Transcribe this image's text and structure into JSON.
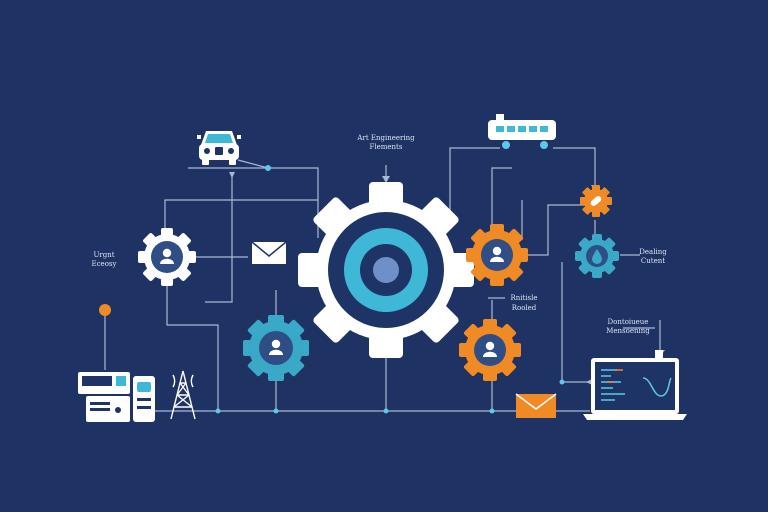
{
  "labels": {
    "top_center_line1": "Art Engineering",
    "top_center_line2": "Flements",
    "left_line1": "Urgnt",
    "left_line2": "Eceosy",
    "right_line1": "Dealing",
    "right_line2": "Cutent",
    "mid_right_line1": "Rnitisle",
    "mid_right_line2": "Rooled",
    "lower_right_line1": "Dontoiueue",
    "lower_right_line2": "Mensoening"
  },
  "colors": {
    "background": "#1e3263",
    "line": "#a8bad6",
    "gear_white": "#ffffff",
    "gear_teal": "#3aa9c8",
    "gear_orange": "#f08a24",
    "core_dark": "#1f3466",
    "core_teal": "#3fb8d8",
    "core_light": "#6f8fc8",
    "node_dot": "#5ec8ea"
  },
  "icons": {
    "vehicle": "car-icon",
    "ship": "cargo-ship-icon",
    "envelope_top": "envelope-icon",
    "envelope_bottom": "envelope-icon",
    "server": "server-rack-icon",
    "tower": "radio-tower-icon",
    "laptop": "laptop-icon",
    "person": "user-icon",
    "drop": "water-drop-icon",
    "pill": "capsule-icon",
    "pin": "location-pin-icon"
  }
}
